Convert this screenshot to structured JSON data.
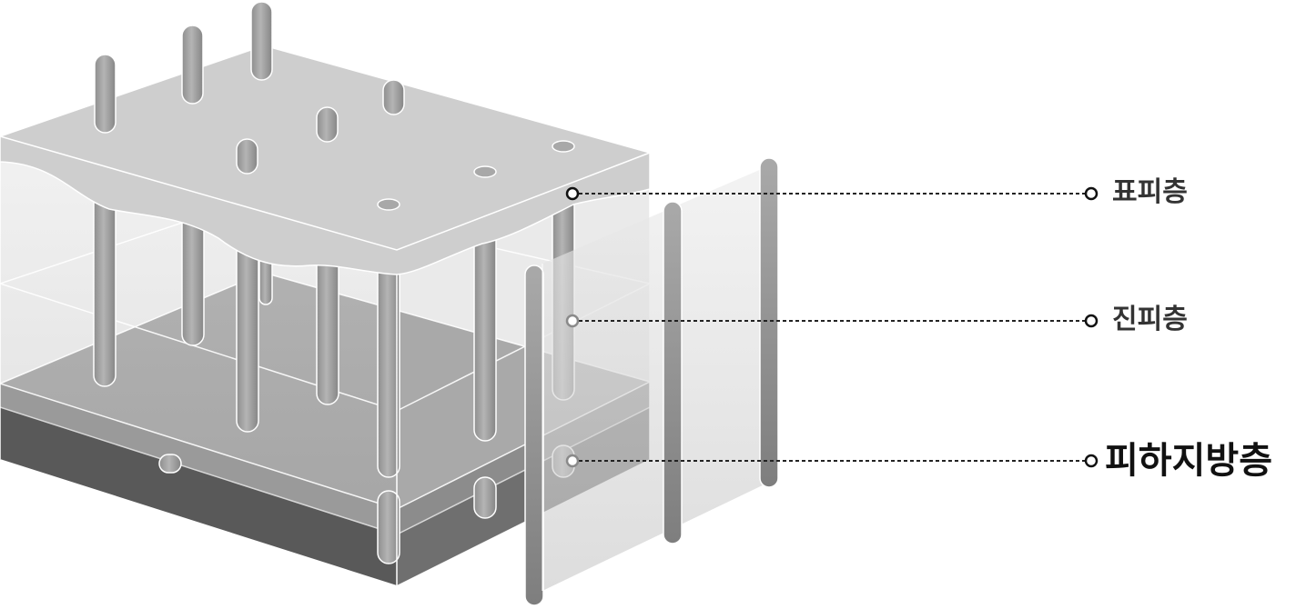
{
  "diagram": {
    "layers": [
      {
        "id": "epidermis",
        "label": "표피층"
      },
      {
        "id": "dermis",
        "label": "진피층"
      },
      {
        "id": "subcutaneous",
        "label": "피하지방층"
      }
    ]
  }
}
